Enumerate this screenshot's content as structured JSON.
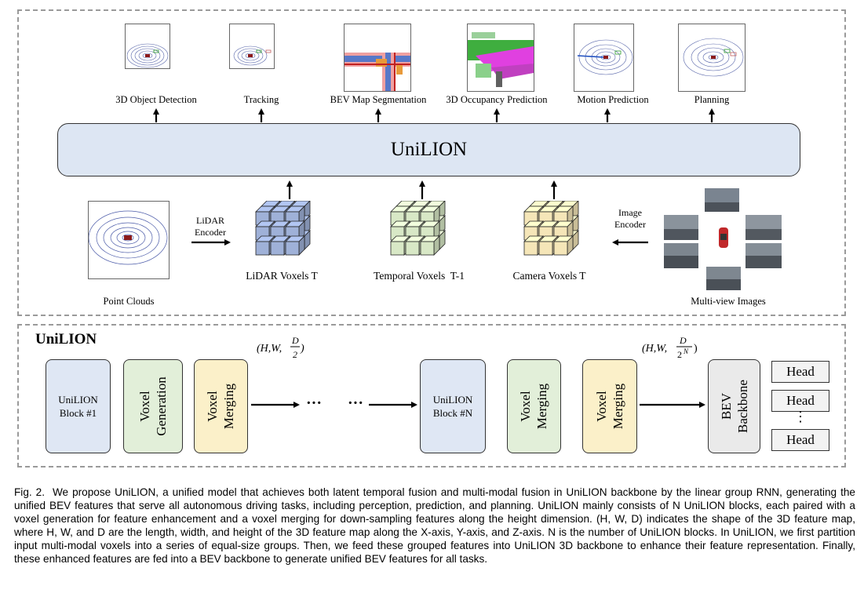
{
  "top": {
    "tasks": [
      {
        "label": "3D Object Detection"
      },
      {
        "label": "Tracking"
      },
      {
        "label": "BEV Map Segmentation"
      },
      {
        "label": "3D Occupancy Prediction"
      },
      {
        "label": "Motion Prediction"
      },
      {
        "label": "Planning"
      }
    ],
    "model_label": "UniLION",
    "point_clouds_label": "Point Clouds",
    "lidar_encoder_label": "LiDAR\nEncoder",
    "image_encoder_label": "Image\nEncoder",
    "multiview_label": "Multi-view Images",
    "voxels": [
      {
        "label": "LiDAR Voxels T",
        "color": "#9fb1d8"
      },
      {
        "label": "Temporal Voxels  T-1",
        "color": "#d8e8c6"
      },
      {
        "label": "Camera Voxels T",
        "color": "#f5e6b8"
      }
    ]
  },
  "bottom": {
    "title": "UniLION",
    "block1": "UniLION\nBlock #1",
    "voxel_generation": "Voxel\nGeneration",
    "voxel_merging": "Voxel\nMerging",
    "ellipsis": "···",
    "blockN": "UniLION\nBlock #N",
    "bev_backbone": "BEV\nBackbone",
    "head_label": "Head",
    "vdots": "⋮",
    "shape1": "(H,W,D/2)",
    "shape2": "(H,W,D/2^N)",
    "colors": {
      "blue": "#dfe7f4",
      "green": "#e2efd9",
      "yellow": "#fbf0c9",
      "gray": "#eaeaea"
    }
  },
  "caption": {
    "fig": "Fig. 2.",
    "text": "We propose UniLION, a unified model that achieves both latent temporal fusion and multi-modal fusion in UniLION backbone by the linear group RNN, generating the unified BEV features that serve all autonomous driving tasks, including perception, prediction, and planning. UniLION mainly consists of N UniLION blocks, each paired with a voxel generation for feature enhancement and a voxel merging for down-sampling features along the height dimension. (H, W, D) indicates the shape of the 3D feature map, where H, W, and D are the length, width, and height of the 3D feature map along the X-axis, Y-axis, and Z-axis. N is the number of UniLION blocks. In UniLION, we first partition input multi-modal voxels into a series of equal-size groups. Then, we feed these grouped features into UniLION 3D backbone to enhance their feature representation. Finally, these enhanced features are fed into a BEV backbone to generate unified BEV features for all tasks."
  }
}
